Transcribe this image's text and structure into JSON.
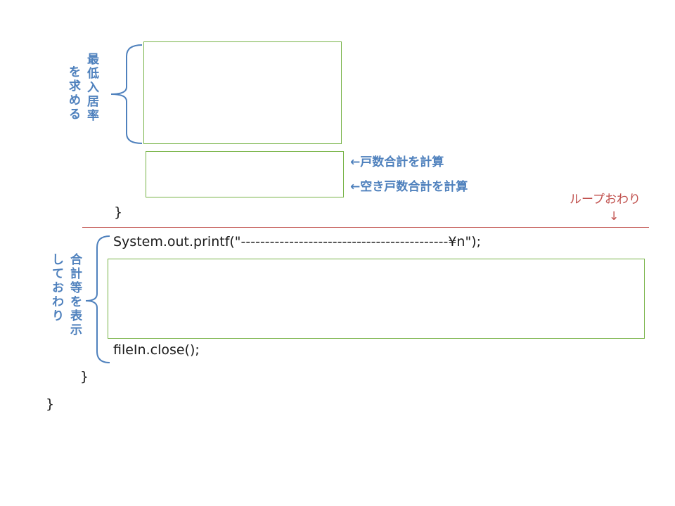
{
  "top_section": {
    "label_col1": [
      "最",
      "低",
      "入",
      "居",
      "率"
    ],
    "label_col2": [
      "を",
      "求",
      "め",
      "る"
    ],
    "note1": "←戸数合計を計算",
    "note2": "←空き戸数合計を計算",
    "brace_close": "}"
  },
  "loop": {
    "label": "ループおわり",
    "arrow": "↓",
    "line_color": "#c0504d"
  },
  "bottom_section": {
    "label_col1": [
      "合",
      "計",
      "等",
      "を",
      "表",
      "示"
    ],
    "label_col2": [
      "し",
      "て",
      "お",
      "わ",
      "り"
    ],
    "printf_line": "System.out.printf(\"-------------------------------------------¥n\");",
    "close_line": "fileIn.close();",
    "brace_close1": "}",
    "brace_close2": "}"
  },
  "colors": {
    "label_blue": "#4f81bd",
    "box_green": "#77b347",
    "loop_red": "#c0504d"
  }
}
